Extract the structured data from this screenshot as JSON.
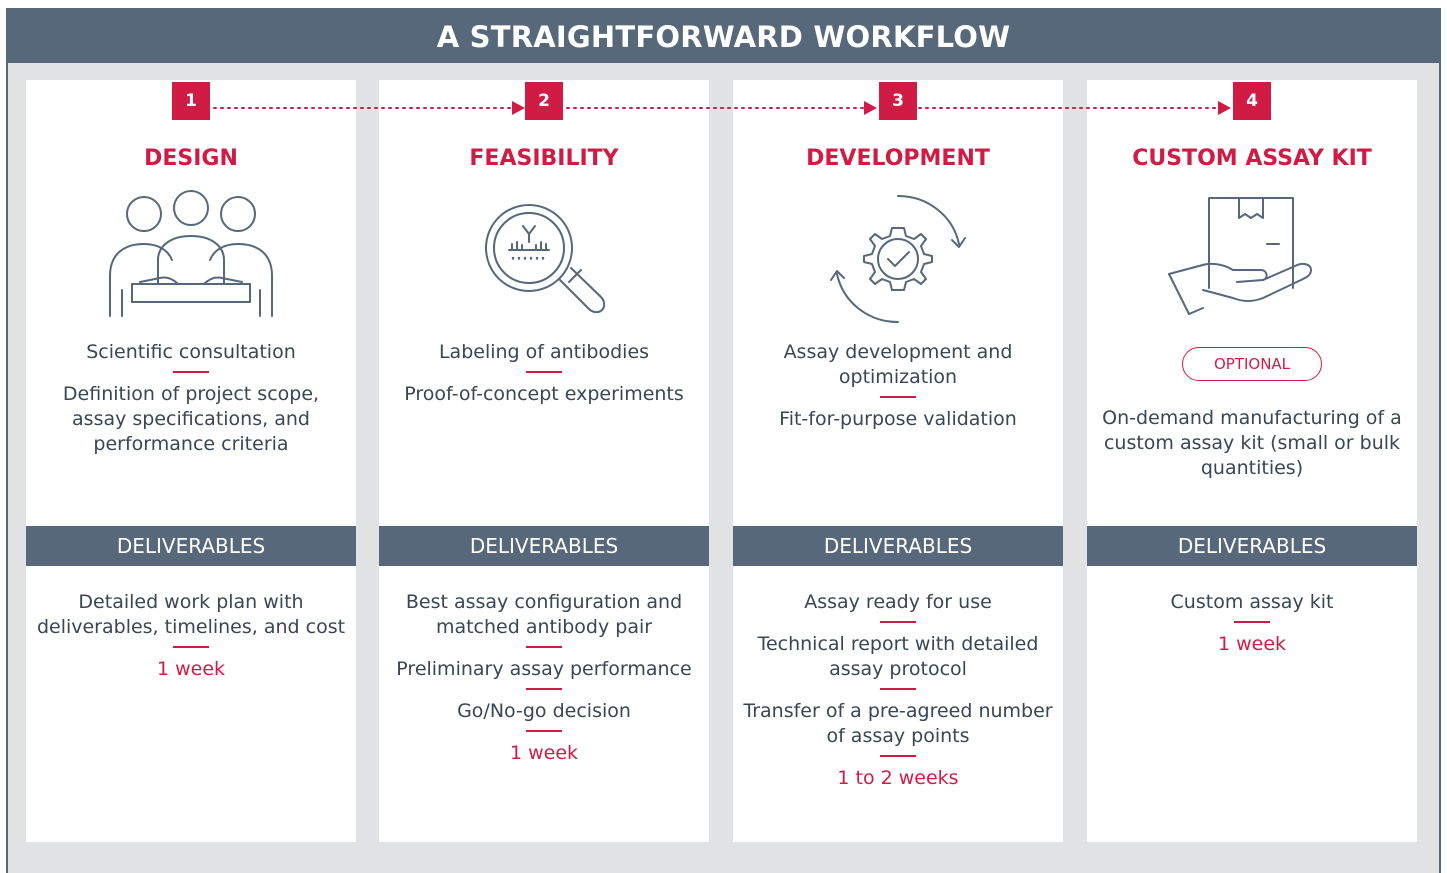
{
  "title": "A STRAIGHTFORWARD WORKFLOW",
  "colors": {
    "accent": "#d01c45",
    "slate": "#56687a",
    "background": "#e1e2e4",
    "text": "#3a4654"
  },
  "deliverables_label": "DELIVERABLES",
  "steps": [
    {
      "number": "1",
      "title": "DESIGN",
      "icon": "team-meeting-icon",
      "activities": [
        "Scientific consultation",
        "Definition of project scope, assay specifications, and performance criteria"
      ],
      "deliverables": [
        "Detailed work plan with deliverables, timelines, and cost"
      ],
      "duration": "1 week"
    },
    {
      "number": "2",
      "title": "FEASIBILITY",
      "icon": "magnifier-antibody-icon",
      "activities": [
        "Labeling of antibodies",
        "Proof-of-concept experiments"
      ],
      "deliverables": [
        "Best assay configuration and matched antibody pair",
        "Preliminary assay performance",
        "Go/No-go decision"
      ],
      "duration": "1 week"
    },
    {
      "number": "3",
      "title": "DEVELOPMENT",
      "icon": "gear-check-cycle-icon",
      "activities": [
        "Assay development and optimization",
        "Fit-for-purpose validation"
      ],
      "deliverables": [
        "Assay ready for use",
        "Technical report with detailed assay protocol",
        "Transfer of a pre-agreed number of assay points"
      ],
      "duration": "1 to 2 weeks"
    },
    {
      "number": "4",
      "title": "CUSTOM ASSAY KIT",
      "icon": "hand-box-icon",
      "optional_label": "OPTIONAL",
      "activities": [
        "On-demand manufacturing of a custom assay kit (small or bulk quantities)"
      ],
      "deliverables": [
        "Custom assay kit"
      ],
      "duration": "1 week"
    }
  ]
}
